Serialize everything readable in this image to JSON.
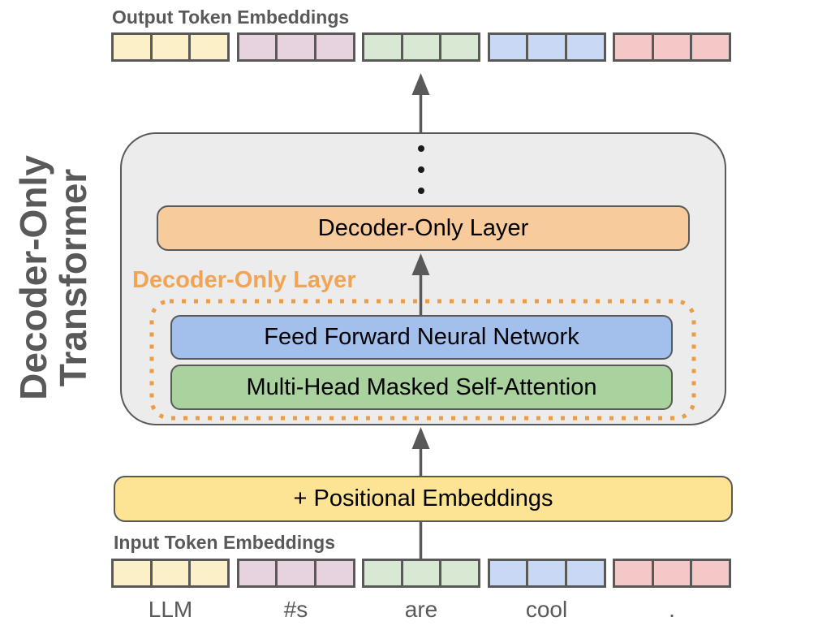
{
  "diagram": {
    "side_label": {
      "line1": "Decoder-Only",
      "line2": "Transformer"
    },
    "output_label": "Output Token Embeddings",
    "input_label": "Input Token Embeddings",
    "decoder_layer_box": "Decoder-Only Layer",
    "decoder_layer_region_label": "Decoder-Only Layer",
    "ffn_box": "Feed Forward Neural Network",
    "attention_box": "Multi-Head Masked Self-Attention",
    "positional_box": "+ Positional Embeddings",
    "cells_per_token": 3
  },
  "tokens": [
    {
      "word": "LLM",
      "color": "#FCF0C8"
    },
    {
      "word": "#s",
      "color": "#E7D3E0"
    },
    {
      "word": "are",
      "color": "#D8E8D2"
    },
    {
      "word": "cool",
      "color": "#C8D8F5"
    },
    {
      "word": ".",
      "color": "#F3C8C7"
    }
  ],
  "colors": {
    "container_fill": "#ECECEC",
    "outline": "#595959",
    "decoder_layer_fill": "#F8CB9C",
    "ffn_fill": "#A3BFEC",
    "attention_fill": "#AAD29E",
    "positional_fill": "#FDE394",
    "accent_orange": "#EB9C44",
    "accent_orange_text": "#F2A455",
    "label_gray": "#595959",
    "arrow": "#595959"
  }
}
